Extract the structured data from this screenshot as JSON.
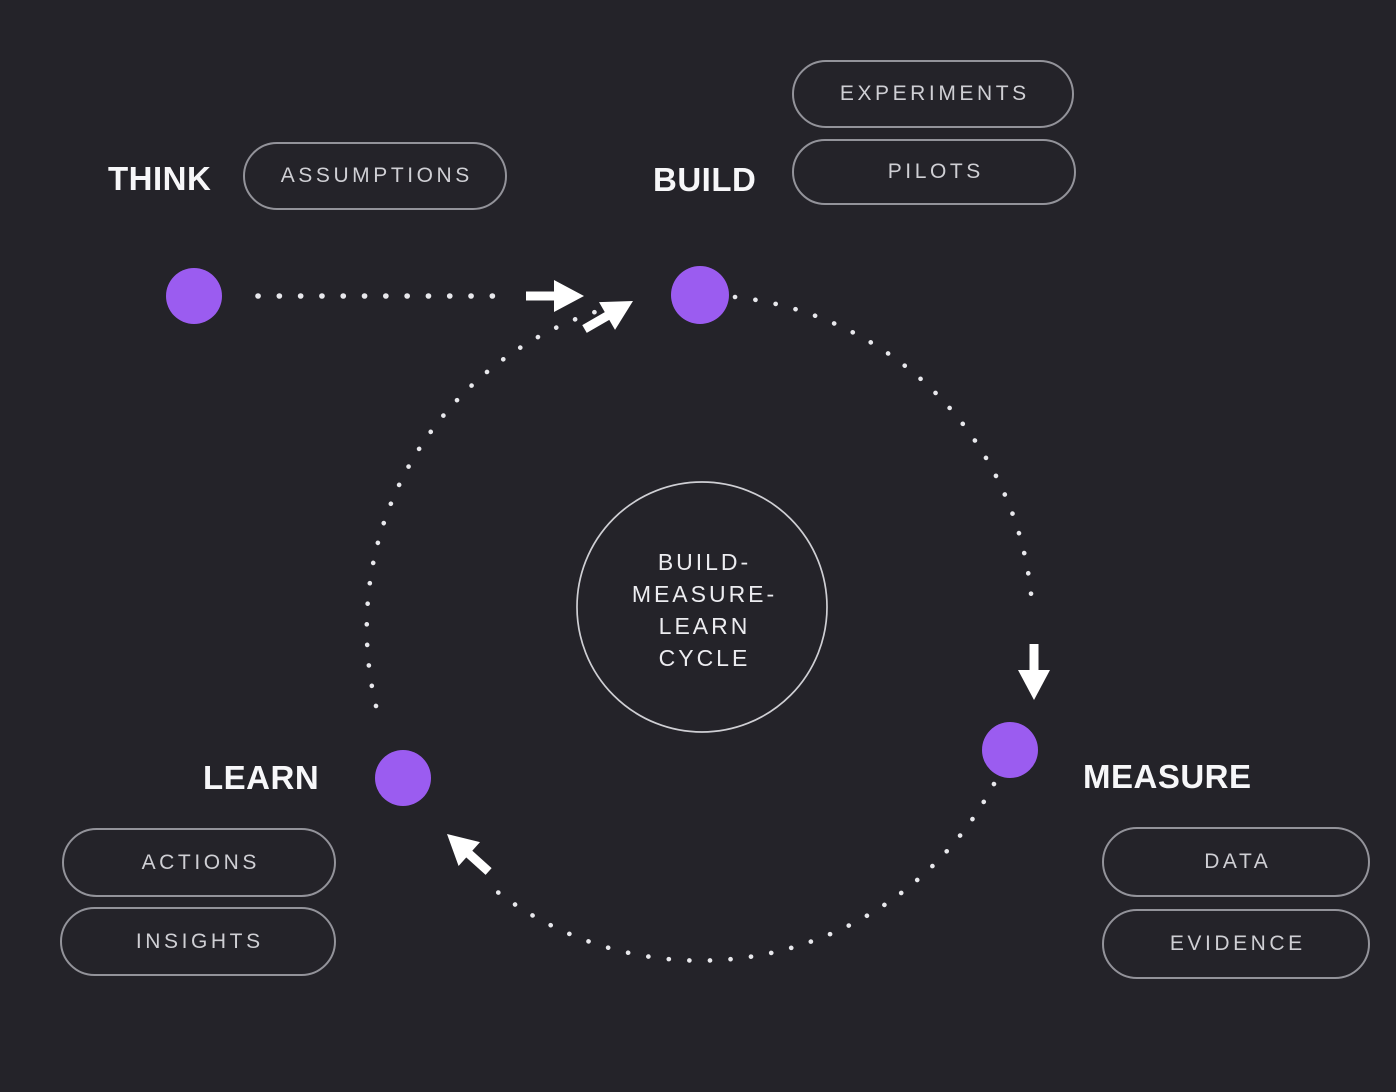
{
  "canvas": {
    "background": "#242329",
    "accent_purple": "#9b5cf0"
  },
  "center_circle": {
    "lines": [
      "BUILD-",
      "MEASURE-",
      "LEARN",
      "CYCLE"
    ]
  },
  "nodes": {
    "think": {
      "label": "THINK",
      "tags": [
        "ASSUMPTIONS"
      ]
    },
    "build": {
      "label": "BUILD",
      "tags": [
        "EXPERIMENTS",
        "PILOTS"
      ]
    },
    "measure": {
      "label": "MEASURE",
      "tags": [
        "DATA",
        "EVIDENCE"
      ]
    },
    "learn": {
      "label": "LEARN",
      "tags": [
        "ACTIONS",
        "INSIGHTS"
      ]
    }
  },
  "icons": {
    "think_to_build_arrow": "arrow-right-icon",
    "learn_to_build_arrow": "arrow-up-right-icon",
    "build_to_measure_arrow": "arrow-down-icon",
    "measure_to_learn_arrow": "arrow-up-left-icon"
  }
}
